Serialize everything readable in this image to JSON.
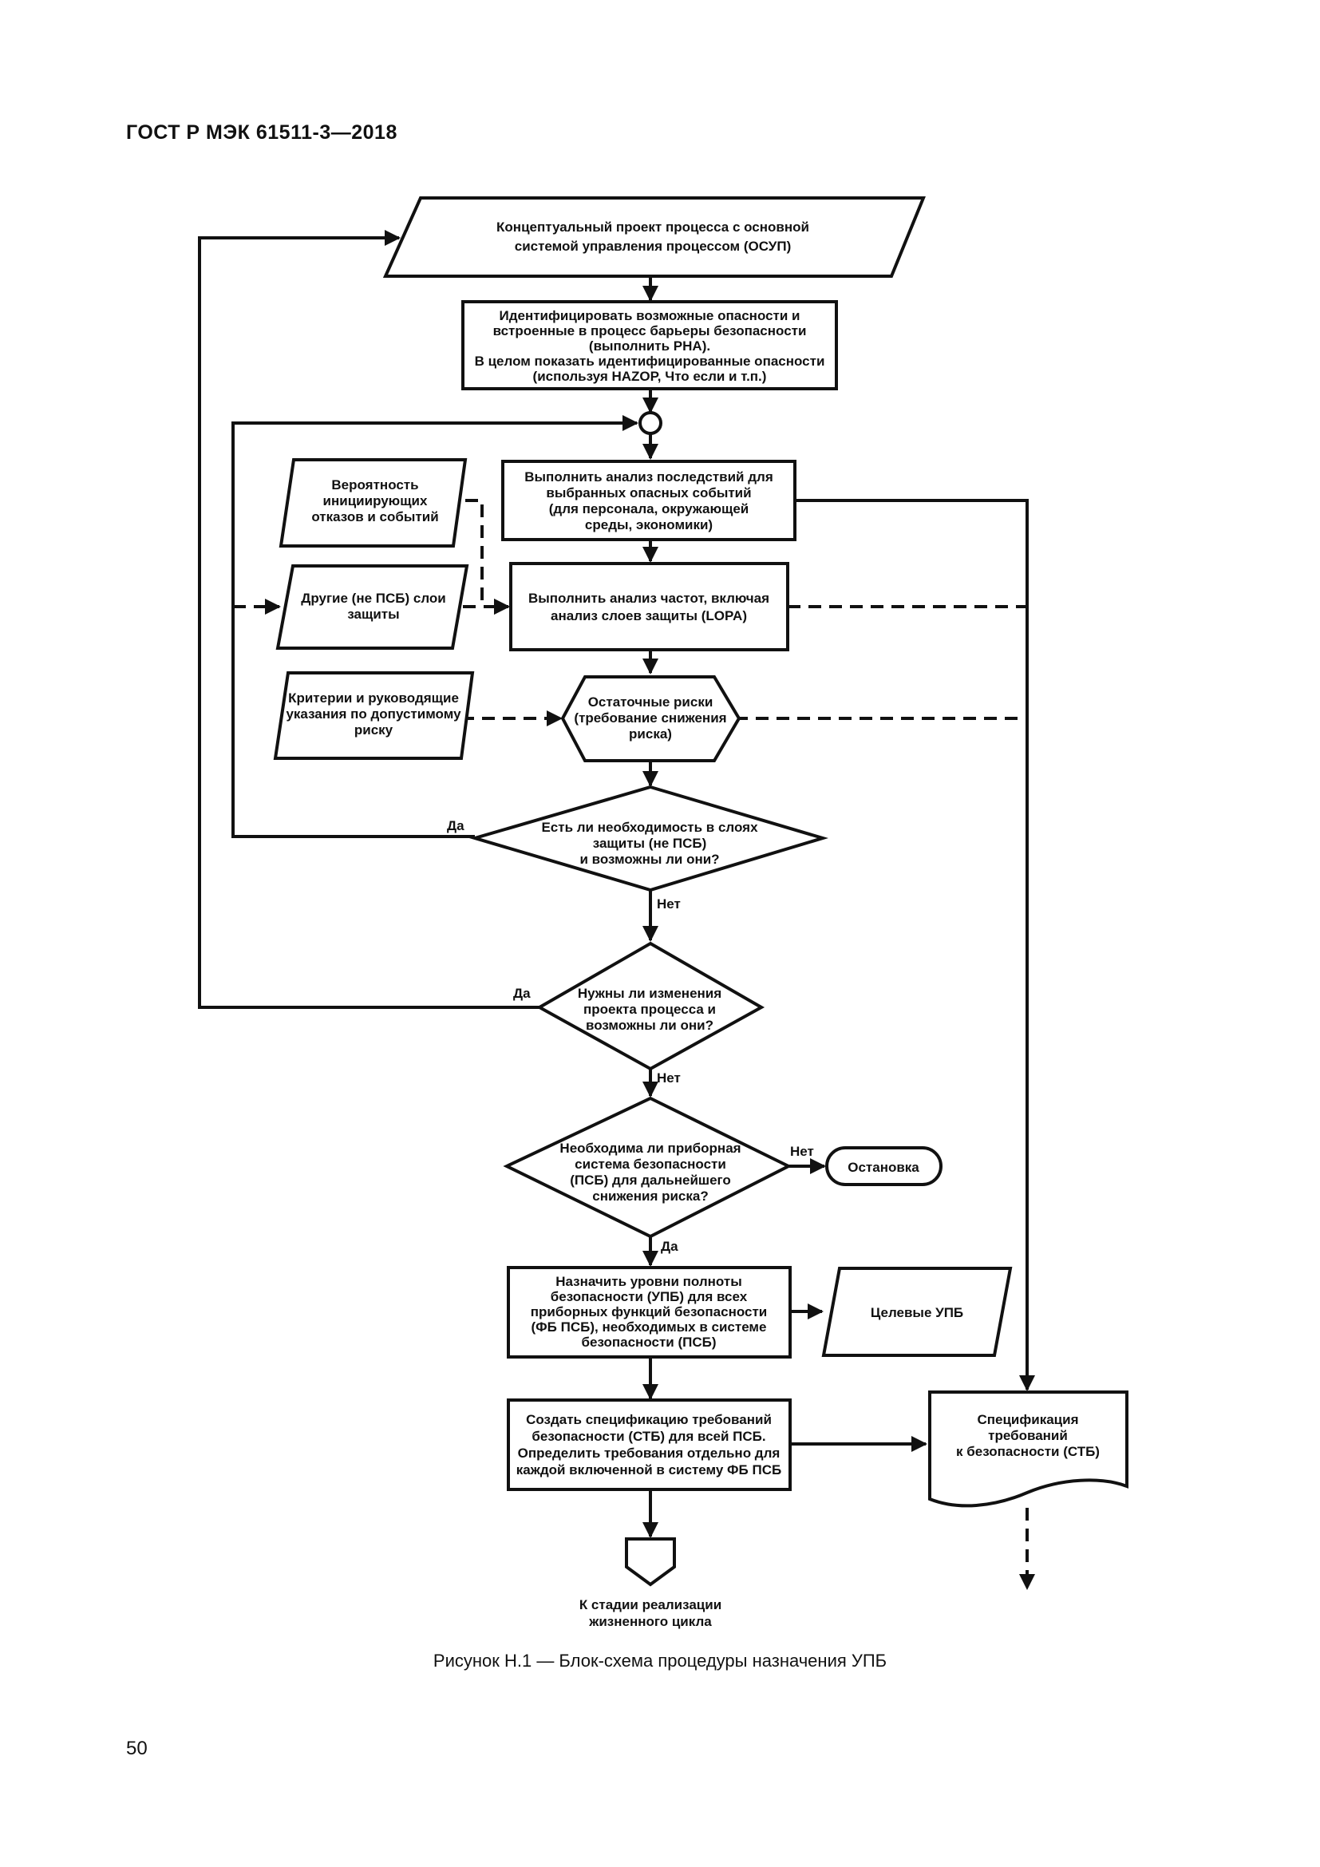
{
  "header": {
    "standard": "ГОСТ Р МЭК 61511-3—2018"
  },
  "nodes": {
    "n_concept": [
      "Концептуальный проект процесса с основной",
      "системой управления процессом (ОСУП)"
    ],
    "n_identify": [
      "Идентифицировать возможные опасности и",
      "встроенные в процесс барьеры безопасности",
      "(выполнить PHA).",
      "В целом показать идентифицированные опасности",
      "(используя HAZOP, Что если и т.п.)"
    ],
    "n_consequence": [
      "Выполнить анализ последствий для",
      "выбранных опасных событий",
      "(для персонала, окружающей",
      "среды, экономики)"
    ],
    "n_probability": [
      "Вероятность",
      "инициирующих",
      "отказов и событий"
    ],
    "n_other_layers": [
      "Другие (не ПСБ) слои",
      "защиты"
    ],
    "n_frequency": [
      "Выполнить анализ частот, включая",
      "анализ слоев защиты (LOPA)"
    ],
    "n_criteria": [
      "Критерии и руководящие",
      "указания по допустимому",
      "риску"
    ],
    "n_residual": [
      "Остаточные риски",
      "(требование снижения",
      "риска)"
    ],
    "n_decision_layers": [
      "Есть ли необходимость в слоях",
      "защиты (не ПСБ)",
      "и возможны ли они?"
    ],
    "n_decision_design": [
      "Нужны ли изменения",
      "проекта процесса и",
      "возможны ли они?"
    ],
    "n_decision_sis": [
      "Необходима ли приборная",
      "система безопасности",
      "(ПСБ) для дальнейшего",
      "снижения риска?"
    ],
    "n_stop": [
      "Остановка"
    ],
    "n_assign_sil": [
      "Назначить уровни полноты",
      "безопасности (УПБ) для всех",
      "приборных функций безопасности",
      "(ФБ ПСБ), необходимых в системе",
      "безопасности (ПСБ)"
    ],
    "n_target_sil": [
      "Целевые УПБ"
    ],
    "n_create_srs": [
      "Создать спецификацию требований",
      "безопасности (СТБ) для всей ПСБ.",
      "Определить требования отдельно для",
      "каждой включенной в систему ФБ ПСБ"
    ],
    "n_srs_doc": [
      "Спецификация",
      "требований",
      "к безопасности (СТБ)"
    ],
    "n_next_stage": [
      "К стадии реализации",
      "жизненного цикла"
    ]
  },
  "edge_labels": {
    "yes1": "Да",
    "no1": "Нет",
    "yes2": "Да",
    "no2": "Нет",
    "no3": "Нет",
    "yes3": "Да"
  },
  "caption": "Рисунок Н.1 — Блок-схема процедуры назначения УПБ",
  "page_number": "50"
}
